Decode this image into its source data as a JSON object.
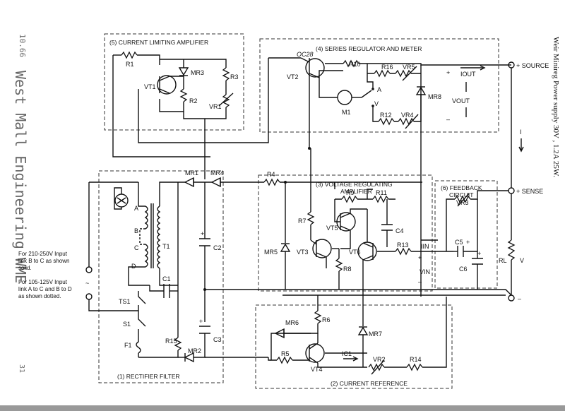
{
  "margin": {
    "page_no": "10.66",
    "watermark": "West Mall Engineering WME",
    "page_bottom": "31"
  },
  "side_title": "Weir   Minireg Power supply      30V , 1.2A 25W.",
  "handwriting": "OC28",
  "sections": {
    "s1": "(1) RECTIFIER FILTER",
    "s2": "(2) CURRENT REFERENCE",
    "s3a": "(3) VOLTAGE REGULATING",
    "s3b": "AMPLIFIER",
    "s4": "(4) SERIES REGULATOR AND METER",
    "s5": "(5) CURRENT LIMITING AMPLIFIER",
    "s6a": "(6) FEEDBACK",
    "s6b": "CIRCUIT"
  },
  "terminals": {
    "source": "+ SOURCE",
    "sense": "+ SENSE",
    "minus": "–",
    "tilde": "~"
  },
  "notes": {
    "n1": [
      "For 210-250V Input",
      "link B to C as shown",
      "solid."
    ],
    "n2": [
      "For 105-125V Input",
      "link A to C and B to D",
      "as shown dotted."
    ]
  },
  "labels": {
    "R1": "R1",
    "VT1": "VT1",
    "MR3": "MR3",
    "R2": "R2",
    "R3": "R3",
    "VR1": "VR1",
    "VT2": "VT2",
    "R10": "R10",
    "R16": "R16",
    "VR5": "VR5",
    "M1": "M1",
    "A": "A",
    "V": "V",
    "R12": "R12",
    "VR4": "VR4",
    "MR8": "MR8",
    "IOUT": "IOUT",
    "VOUT": "VOUT",
    "plus": "+",
    "minus": "–",
    "I": "I",
    "MR1": "MR1",
    "MR4": "MR4",
    "C2": "C2",
    "T1": "T1",
    "C1": "C1",
    "TS1": "TS1",
    "S1": "S1",
    "F1": "F1",
    "R15": "R15",
    "MR2": "MR2",
    "C3": "C3",
    "tA": "A",
    "tB": "B",
    "tC": "C",
    "tD": "D",
    "R4": "R4",
    "R7": "R7",
    "MR5": "MR5",
    "VT3": "VT3",
    "R9": "R9",
    "R11": "R11",
    "VT5": "VT5",
    "C4": "C4",
    "VT6": "VT6",
    "R8": "R8",
    "R13": "R13",
    "IIN": "IIN",
    "VIN": "VIN",
    "VR3": "VR3",
    "C5": "C5",
    "C6": "C6",
    "RL": "RL",
    "Vload": "V",
    "R6": "R6",
    "MR6": "MR6",
    "R5": "R5",
    "VT4": "VT4",
    "IC1": "IC1",
    "MR7": "MR7",
    "VR2": "VR2",
    "R14": "R14"
  }
}
